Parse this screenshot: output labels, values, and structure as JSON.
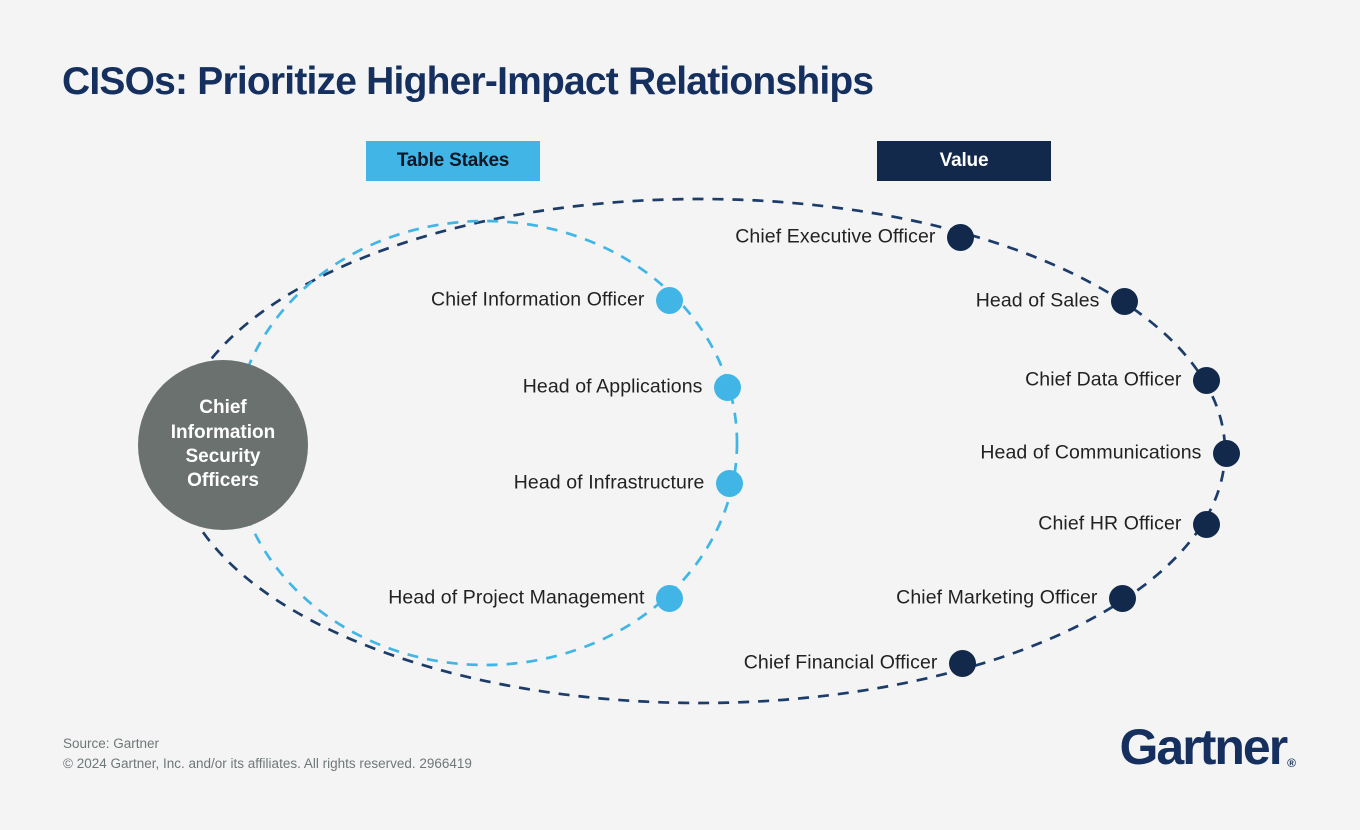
{
  "title": "CISOs: Prioritize Higher-Impact Relationships",
  "legend": {
    "table_stakes_label": "Table Stakes",
    "value_label": "Value"
  },
  "center_circle_label": "Chief\nInformation\nSecurity\nOfficers",
  "table_stakes": {
    "nodes": [
      {
        "label": "Chief Information Officer"
      },
      {
        "label": "Head of Applications"
      },
      {
        "label": "Head of Infrastructure"
      },
      {
        "label": "Head of Project Management"
      }
    ]
  },
  "value": {
    "nodes": [
      {
        "label": "Chief Executive Officer"
      },
      {
        "label": "Head of Sales"
      },
      {
        "label": "Chief Data Officer"
      },
      {
        "label": "Head of Communications"
      },
      {
        "label": "Chief HR Officer"
      },
      {
        "label": "Chief Marketing Officer"
      },
      {
        "label": "Chief Financial Officer"
      }
    ]
  },
  "footer": {
    "source": "Source: Gartner",
    "copyright": "© 2024 Gartner, Inc. and/or its affiliates. All rights reserved. 2966419"
  },
  "logo": {
    "wordmark": "Gartner",
    "registered_mark": "®"
  },
  "colors": {
    "light_blue": "#41b6e6",
    "navy": "#12294b",
    "ellipse_navy": "#1c3c69",
    "circle_gray": "#6a716f",
    "title_navy": "#15305e",
    "background": "#f4f4f4",
    "label_text": "#222222",
    "footer_gray": "#6f7779"
  }
}
